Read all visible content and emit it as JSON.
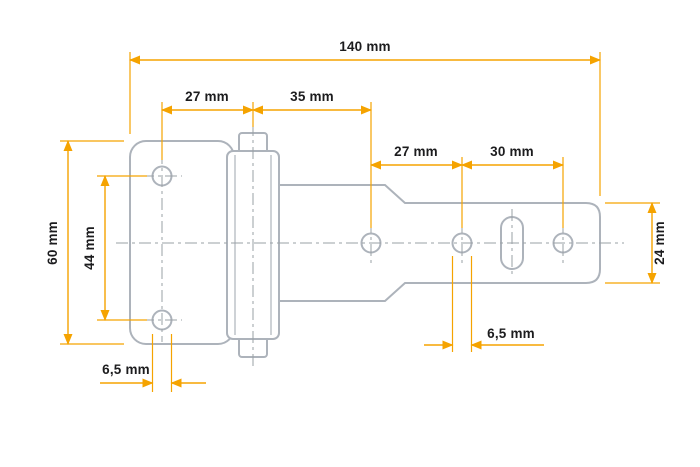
{
  "drawing": {
    "title": "hinge-dimension-drawing",
    "labels": {
      "overall_width": "140 mm",
      "plate_hole_to_pin": "27 mm",
      "pin_to_arm_hole1": "35 mm",
      "arm_hole1_to_hole2": "27 mm",
      "arm_hole2_to_hole3": "30 mm",
      "plate_height": "60 mm",
      "plate_hole_spacing": "44 mm",
      "arm_end_height": "24 mm",
      "plate_hole_diameter": "6,5 mm",
      "arm_hole_diameter": "6,5 mm"
    },
    "colors": {
      "dimension": "#F5A300",
      "outline": "#ADB3BB",
      "centerline": "#9AA0A6",
      "text": "#1C1C1E",
      "background": "#FFFFFF"
    }
  }
}
